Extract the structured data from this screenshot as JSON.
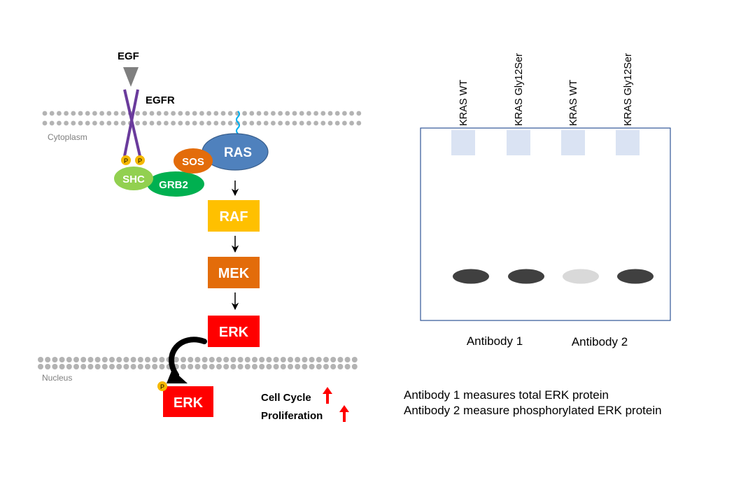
{
  "pathway": {
    "ligand": "EGF",
    "receptor": "EGFR",
    "compartments": {
      "cytoplasm": "Cytoplasm",
      "nucleus": "Nucleus"
    },
    "phospho_label": "P",
    "nodes": {
      "shc": "SHC",
      "grb2": "GRB2",
      "sos": "SOS",
      "ras": "RAS",
      "raf": "RAF",
      "mek": "MEK",
      "erk": "ERK",
      "erk_nuclear": "ERK"
    },
    "outcomes": [
      "Cell Cycle",
      "Proliferation"
    ],
    "colors": {
      "receptor": "#6a3b9c",
      "ligand": "#7f7f7f",
      "membrane_bead": "#b3b3b3",
      "phospho": "#f5b800",
      "shc": "#92d050",
      "grb2": "#00b050",
      "sos": "#e36c0a",
      "ras": "#4f81bd",
      "raf": "#ffc000",
      "mek": "#e36c0a",
      "erk": "#ff0000",
      "up_arrow": "#ff0000",
      "lipid_anchor": "#00b0f0"
    }
  },
  "blot": {
    "lanes": [
      "KRAS WT",
      "KRAS Gly12Ser",
      "KRAS WT",
      "KRAS Gly12Ser"
    ],
    "antibody_labels": [
      "Antibody 1",
      "Antibody 2"
    ],
    "band_intensity": [
      0.85,
      0.85,
      0.2,
      0.85
    ],
    "colors": {
      "frame": "#2f5597",
      "well": "#dae3f3",
      "band_dark": "#404040",
      "band_light": "#d9d9d9"
    }
  },
  "legend": [
    "Antibody 1 measures total ERK protein",
    "Antibody 2 measure phosphorylated ERK protein"
  ]
}
